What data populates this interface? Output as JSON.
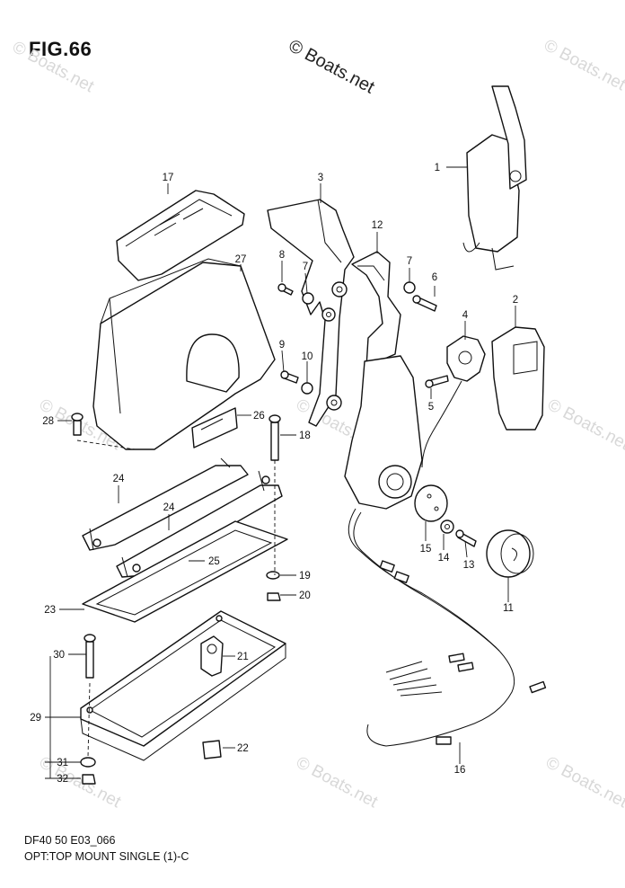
{
  "figure": {
    "title": "FIG.66",
    "watermark": "© Boats.net",
    "faint_watermark": "© Boats.net",
    "footer_code": "DF40 50 E03_066",
    "footer_description": "OPT:TOP MOUNT SINGLE (1)-C"
  },
  "callouts": [
    {
      "id": "c1",
      "label": "1"
    },
    {
      "id": "c2",
      "label": "2"
    },
    {
      "id": "c3",
      "label": "3"
    },
    {
      "id": "c4",
      "label": "4"
    },
    {
      "id": "c5",
      "label": "5"
    },
    {
      "id": "c6",
      "label": "6"
    },
    {
      "id": "c7a",
      "label": "7"
    },
    {
      "id": "c7b",
      "label": "7"
    },
    {
      "id": "c8",
      "label": "8"
    },
    {
      "id": "c9",
      "label": "9"
    },
    {
      "id": "c10",
      "label": "10"
    },
    {
      "id": "c11",
      "label": "11"
    },
    {
      "id": "c12",
      "label": "12"
    },
    {
      "id": "c13",
      "label": "13"
    },
    {
      "id": "c14",
      "label": "14"
    },
    {
      "id": "c15",
      "label": "15"
    },
    {
      "id": "c16",
      "label": "16"
    },
    {
      "id": "c17",
      "label": "17"
    },
    {
      "id": "c18",
      "label": "18"
    },
    {
      "id": "c19",
      "label": "19"
    },
    {
      "id": "c20",
      "label": "20"
    },
    {
      "id": "c21",
      "label": "21"
    },
    {
      "id": "c22",
      "label": "22"
    },
    {
      "id": "c23",
      "label": "23"
    },
    {
      "id": "c24a",
      "label": "24"
    },
    {
      "id": "c24b",
      "label": "24"
    },
    {
      "id": "c25",
      "label": "25"
    },
    {
      "id": "c26",
      "label": "26"
    },
    {
      "id": "c27",
      "label": "27"
    },
    {
      "id": "c28",
      "label": "28"
    },
    {
      "id": "c29",
      "label": "29"
    },
    {
      "id": "c30",
      "label": "30"
    },
    {
      "id": "c31",
      "label": "31"
    },
    {
      "id": "c32",
      "label": "32"
    }
  ]
}
